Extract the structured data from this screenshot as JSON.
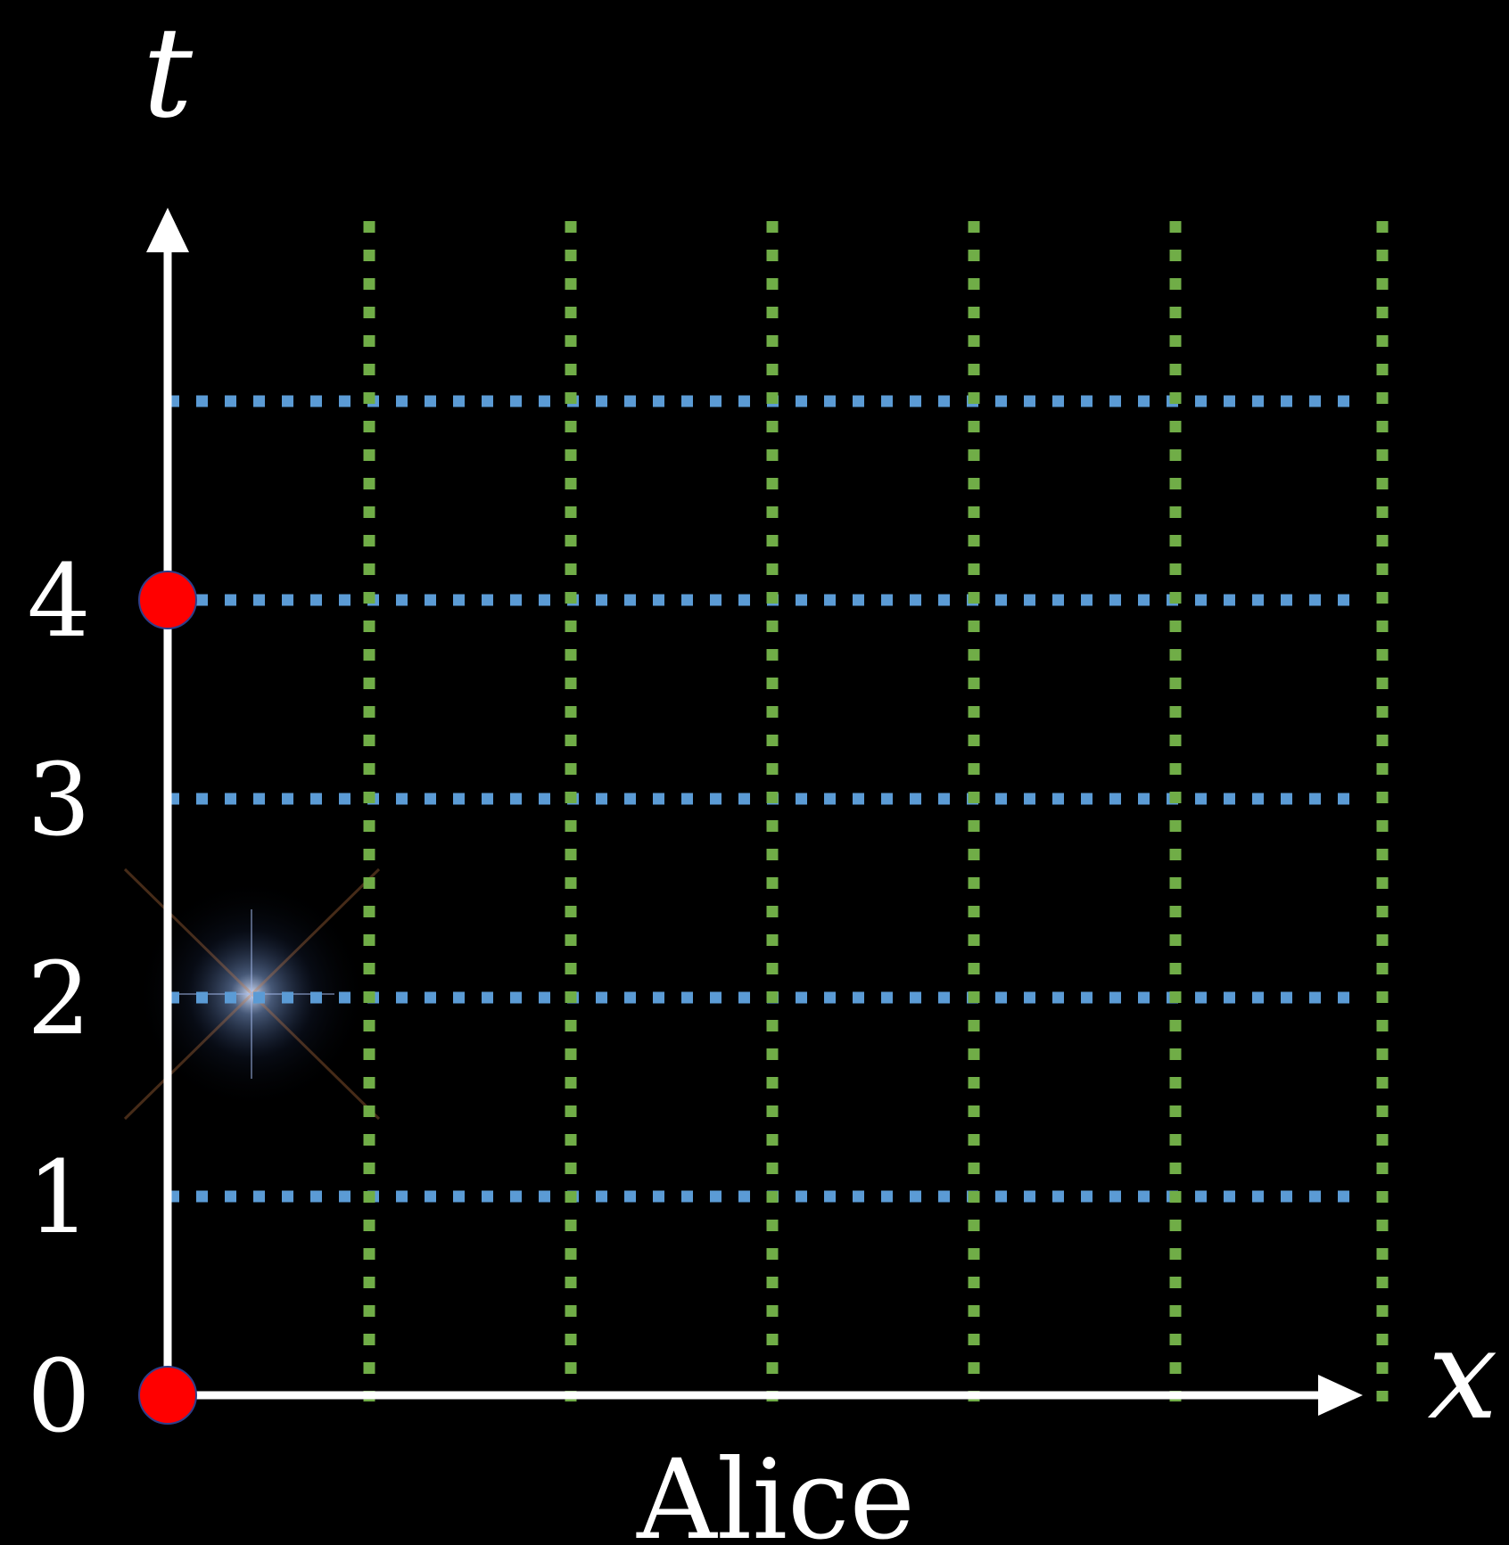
{
  "axes": {
    "vertical_label": "t",
    "horizontal_label": "x",
    "tick_labels": [
      "0",
      "1",
      "2",
      "3",
      "4"
    ]
  },
  "caption": "Alice",
  "events": [
    {
      "t": 0
    },
    {
      "t": 4
    }
  ],
  "grid": {
    "time_lines": [
      1,
      2,
      3,
      4,
      5
    ],
    "space_lines": [
      1,
      2,
      3,
      4,
      5,
      6
    ]
  },
  "colors": {
    "background": "#000000",
    "axes": "#ffffff",
    "time_grid": "#5b9bd5",
    "space_grid": "#70ad47",
    "event_dot": "#ff0000"
  }
}
